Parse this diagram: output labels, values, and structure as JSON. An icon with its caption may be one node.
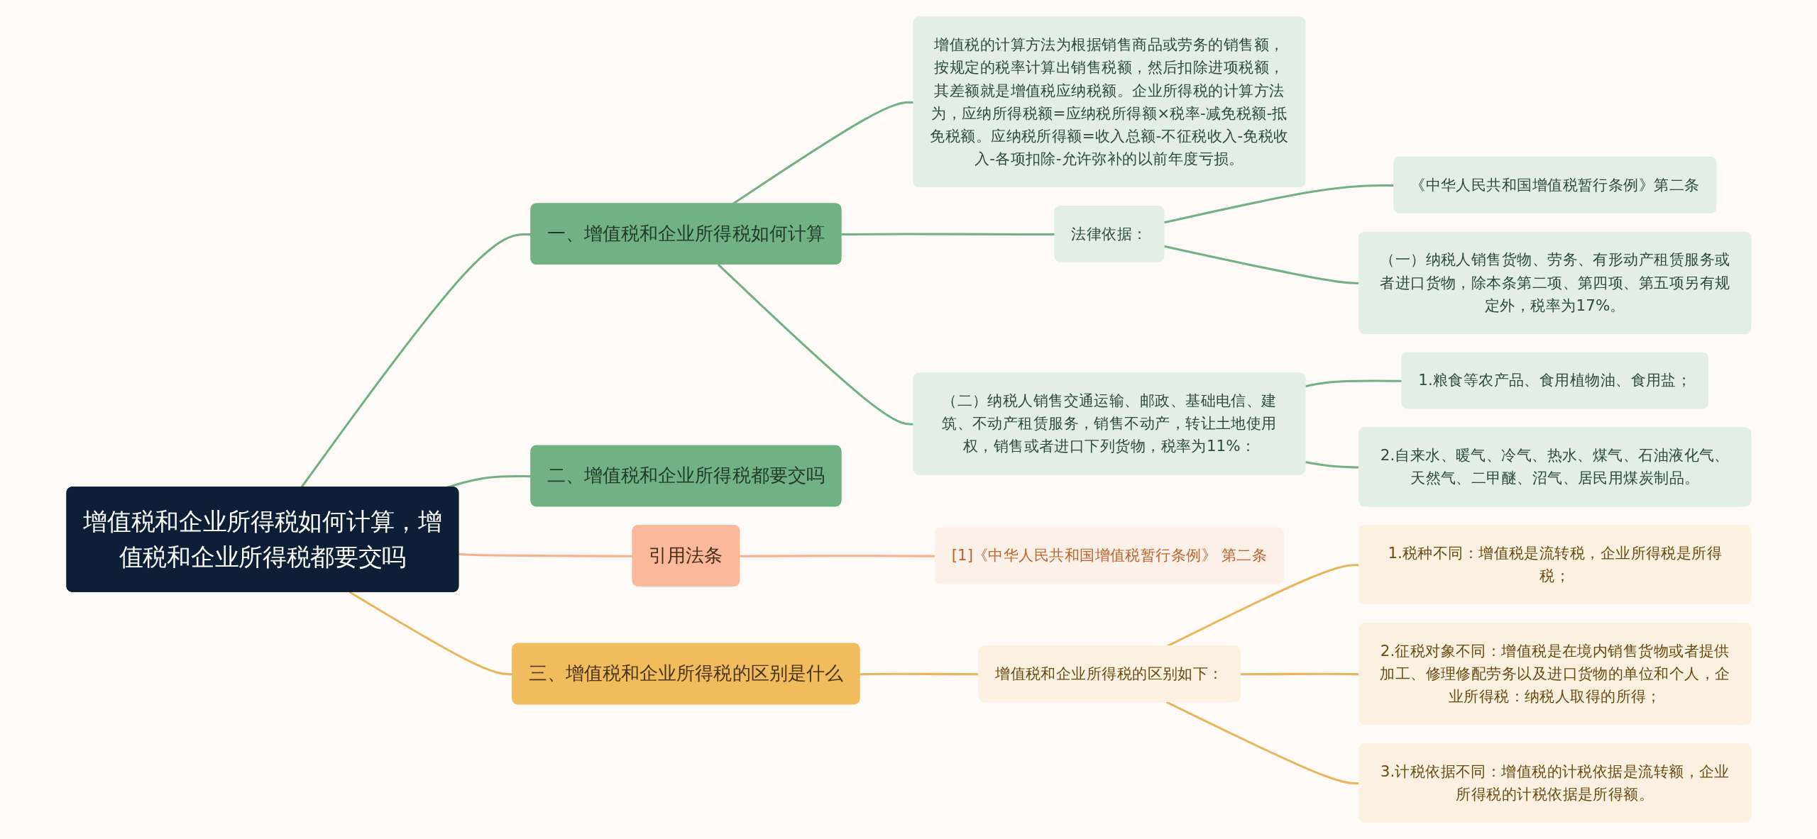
{
  "diagram": {
    "nodes": [
      {
        "text": [
          "增值税和企业所得税如何计算，增值税和企业所得税都要交吗"
        ]
      },
      {
        "text": [
          "一、增值税和企业所得税如何计算"
        ]
      },
      {
        "text": [
          "增值税的计算方法为根据销售商品或劳务的销售额，按规定的税率计算出销售税额，然后扣除进项税额，其差额就是增值税应纳税额。企业所得税的计算方法为，应纳所得税额=应纳税所得额×税率-减免税额-抵免税额。应纳税所得额=收入总额-不征税收入-免税收入-各项扣除-允许弥补的以前年度亏损。"
        ]
      },
      {
        "text": [
          "法律依据："
        ]
      },
      {
        "text": [
          "《中华人民共和国增值税暂行条例》第二条"
        ]
      },
      {
        "text": [
          "（一）纳税人销售货物、劳务、有形动产租赁服务或者进口货物，除本条第二项、第四项、第五项另有规定外，税率为17%。"
        ]
      },
      {
        "text": [
          "（二）纳税人销售交通运输、邮政、基础电信、建筑、不动产租赁服务，销售不动产，转让土地使用权，销售或者进口下列货物，税率为11%："
        ]
      },
      {
        "text": [
          "1.粮食等农产品、食用植物油、食用盐；"
        ]
      },
      {
        "text": [
          "2.自来水、暖气、冷气、热水、煤气、石油液化气、天然气、二甲醚、沼气、居民用煤炭制品。"
        ]
      },
      {
        "text": [
          "二、增值税和企业所得税都要交吗"
        ]
      },
      {
        "text": [
          "三、增值税和企业所得税的区别是什么"
        ]
      },
      {
        "text": [
          "增值税和企业所得税的区别如下："
        ]
      },
      {
        "text": [
          "1.税种不同：增值税是流转税，企业所得税是所得税；"
        ]
      },
      {
        "text": [
          "2.征税对象不同：增值税是在境内销售货物或者提供加工、修理修配劳务以及进口货物的单位和个人，企业所得税：纳税人取得的所得；"
        ]
      },
      {
        "text": [
          "3.计税依据不同：增值税的计税依据是流转额，企业所得税的计税依据是所得额。"
        ]
      },
      {
        "text": [
          "引用法条"
        ]
      },
      {
        "text": [
          "[1]《中华人民共和国增值税暂行条例》 第二条"
        ]
      }
    ],
    "edges": [
      {
        "from": 0,
        "to": 1,
        "arrow": "none"
      },
      {
        "from": 1,
        "to": 2,
        "arrow": "none"
      },
      {
        "from": 1,
        "to": 3,
        "arrow": "none"
      },
      {
        "from": 3,
        "to": 4,
        "arrow": "none"
      },
      {
        "from": 3,
        "to": 5,
        "arrow": "none"
      },
      {
        "from": 1,
        "to": 6,
        "arrow": "none"
      },
      {
        "from": 6,
        "to": 7,
        "arrow": "none"
      },
      {
        "from": 6,
        "to": 8,
        "arrow": "none"
      },
      {
        "from": 0,
        "to": 9,
        "arrow": "none"
      },
      {
        "from": 0,
        "to": 10,
        "arrow": "none",
        "color": "#e8b65c"
      },
      {
        "from": 10,
        "to": 11,
        "arrow": "none",
        "color": "#e8b65c"
      },
      {
        "from": 11,
        "to": 12,
        "arrow": "none",
        "color": "#e8b65c"
      },
      {
        "from": 11,
        "to": 13,
        "arrow": "none",
        "color": "#e8b65c"
      },
      {
        "from": 11,
        "to": 14,
        "arrow": "none",
        "color": "#e8b65c"
      },
      {
        "from": 0,
        "to": 15,
        "arrow": "none",
        "color": "#f4b08f"
      },
      {
        "from": 15,
        "to": 16,
        "arrow": "none",
        "color": "#f4b08f"
      }
    ]
  }
}
